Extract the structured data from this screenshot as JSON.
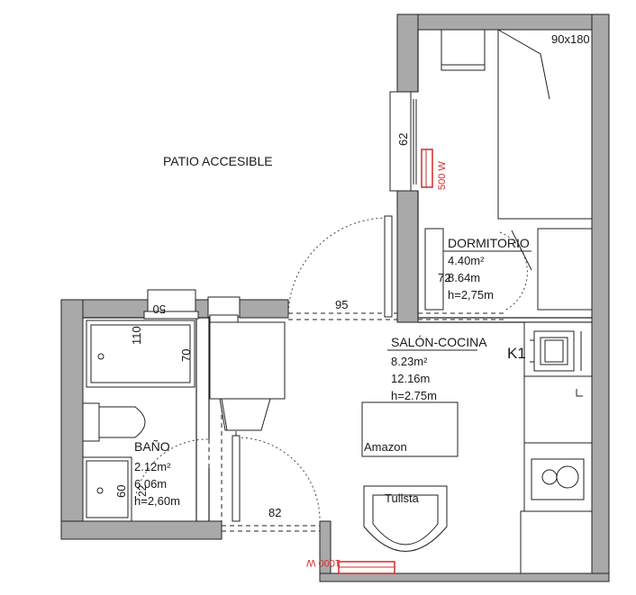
{
  "patio": {
    "label": "PATIO ACCESIBLE"
  },
  "bedroom": {
    "name": "DORMITORIO",
    "area": "4.40m²",
    "perimeter": "8.64m",
    "height": "h=2,75m",
    "bed_size": "90x180",
    "wardrobe_depth": "62",
    "closet_depth": "72",
    "heater": "500 W"
  },
  "living": {
    "name": "SALÓN-COCINA",
    "area": "8.23m²",
    "perimeter": "12.16m",
    "height": "h=2.75m",
    "kitchen_code": "K1",
    "table_label": "Amazon",
    "chair_label": "Tullsta",
    "heater": "1000 W",
    "door_width_top": "95",
    "door_width_bottom": "82"
  },
  "bathroom": {
    "name": "BAÑO",
    "area": "2.12m²",
    "perimeter": "6.06m",
    "height": "h=2,60m",
    "tub_width": "110",
    "tub_depth": "70",
    "shower_depth": "60",
    "wall_unit": "50",
    "wc_width": "22"
  },
  "colors": {
    "wall": "#a9a9a9",
    "line": "#222222",
    "heater": "#d42a2a"
  }
}
